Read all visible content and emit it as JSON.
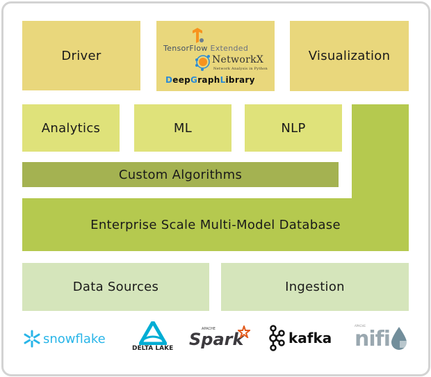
{
  "layers": {
    "driver": "Driver",
    "visualization": "Visualization",
    "analytics": "Analytics",
    "ml": "ML",
    "nlp": "NLP",
    "custom_algorithms": "Custom Algorithms",
    "database": "Enterprise Scale Multi-Model Database",
    "data_sources": "Data Sources",
    "ingestion": "Ingestion"
  },
  "ml_libraries": {
    "tfx_bold": "TensorFlow",
    "tfx_light": " Extended",
    "networkx": "NetworkX",
    "networkx_sub": "Network Analysis in Python",
    "dgl": [
      "D",
      "eep",
      "G",
      "raph",
      "L",
      "ibrary"
    ]
  },
  "logos": {
    "snowflake": "snowflake",
    "delta_lake": "DELTA LAKE",
    "spark_apache": "APACHE",
    "spark": "Spark",
    "kafka": "kafka",
    "nifi_apache": "APACHE",
    "nifi": "nifi"
  },
  "colors": {
    "top": "#e9d77c",
    "row2": "#dfe27a",
    "custom": "#a4b251",
    "database": "#b5c94f",
    "bottom": "#d5e5bb",
    "snowflake": "#29b5e8",
    "delta": "#00add4",
    "spark": "#e25a1c",
    "nifi": "#728e9b"
  }
}
